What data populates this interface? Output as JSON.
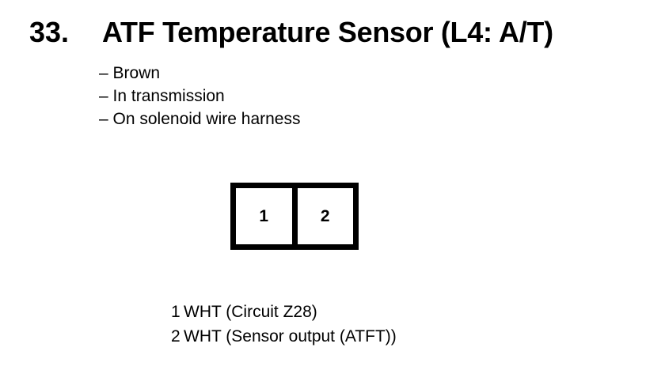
{
  "doc": {
    "item_number": "33.",
    "title": "ATF Temperature Sensor (L4: A/T)",
    "notes": [
      "– Brown",
      "– In transmission",
      "– On solenoid wire harness"
    ],
    "connector": {
      "pins": [
        "1",
        "2"
      ]
    },
    "legend": [
      {
        "pin": "1",
        "desc": "WHT (Circuit Z28)"
      },
      {
        "pin": "2",
        "desc": "WHT (Sensor output (ATFT))"
      }
    ],
    "colors": {
      "ink": "#000000",
      "background": "#ffffff"
    }
  }
}
